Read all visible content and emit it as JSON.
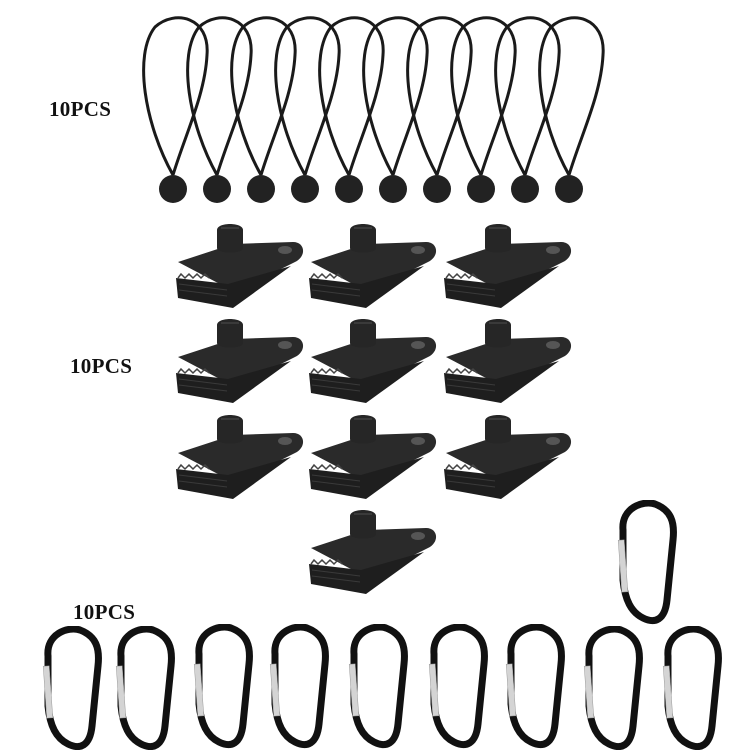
{
  "product_image": {
    "background": "#ffffff",
    "groups": [
      {
        "name": "bungee-ball-cords",
        "label": "10PCS",
        "count": 10,
        "color": "#1a1a1a"
      },
      {
        "name": "tarp-clips",
        "label": "10PCS",
        "count": 10,
        "color": "#222222"
      },
      {
        "name": "carabiners",
        "label": "10PCS",
        "count": 10,
        "color": "#111111",
        "gate_color": "#cfcfcf"
      }
    ]
  }
}
